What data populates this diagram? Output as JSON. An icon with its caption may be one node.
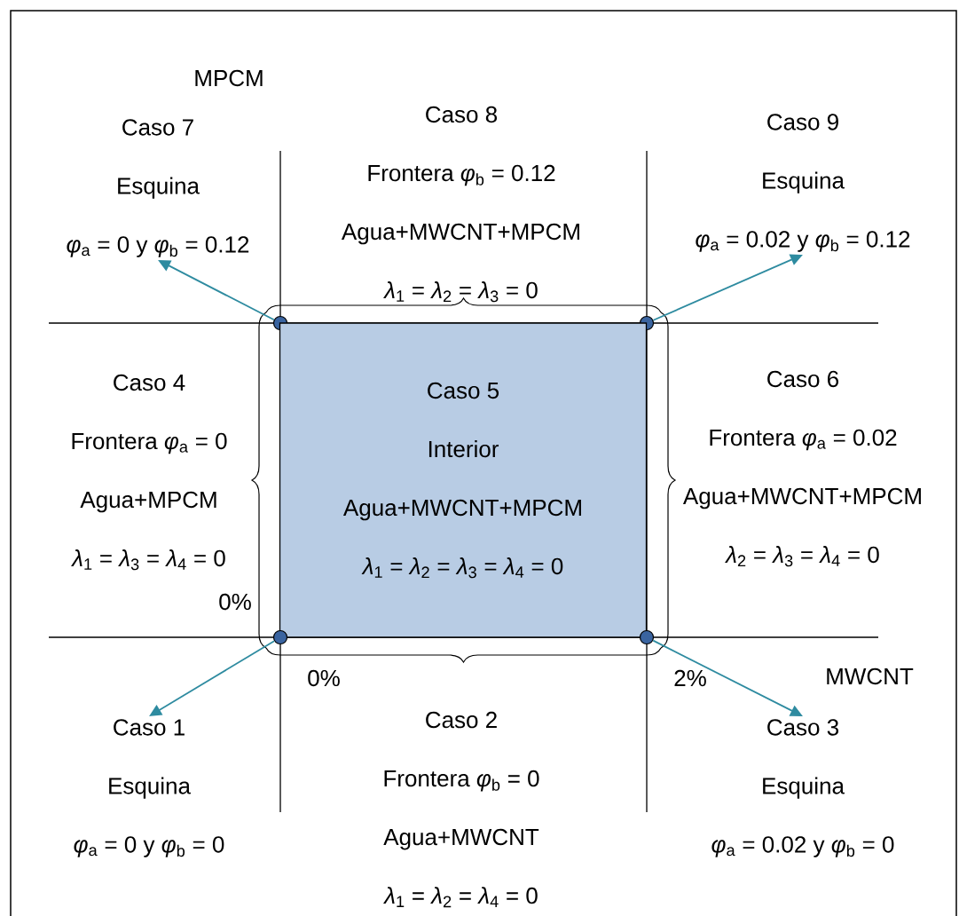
{
  "diagram": {
    "nodes": [
      {
        "text": [
          "Caso 7",
          "Esquina",
          "*φ*$_{a}$ = 0 y *φ*$_{b}$ = 0.12"
        ]
      },
      {
        "text": [
          "Caso 8",
          "Frontera *φ*$_{b}$ = 0.12",
          "Agua+MWCNT+MPCM",
          "*λ*$_{1}$ = *λ*$_{2}$ = *λ*$_{3}$ = 0"
        ]
      },
      {
        "text": [
          "Caso 9",
          "Esquina",
          "*φ*$_{a}$ = 0.02 y *φ*$_{b}$ = 0.12"
        ]
      },
      {
        "text": [],
        "shape": "circle"
      },
      {
        "text": [],
        "shape": "circle"
      },
      {
        "text": [
          "Caso 4",
          "Frontera *φ*$_{a}$ = 0",
          "Agua+MPCM",
          "*λ*$_{1}$ = *λ*$_{3}$ = *λ*$_{4}$ = 0"
        ]
      },
      {
        "text": [
          "Caso 5",
          "Interior",
          "Agua+MWCNT+MPCM",
          "*λ*$_{1}$ = *λ*$_{2}$ = *λ*$_{3}$ = *λ*$_{4}$ = 0"
        ]
      },
      {
        "text": [
          "Caso 6",
          "Frontera *φ*$_{a}$ = 0.02",
          "Agua+MWCNT+MPCM",
          "*λ*$_{2}$ = *λ*$_{3}$ = *λ*$_{4}$ = 0"
        ]
      },
      {
        "text": [],
        "shape": "circle"
      },
      {
        "text": [],
        "shape": "circle"
      },
      {
        "text": [
          "Caso 1",
          "Esquina",
          "*φ*$_{a}$ = 0 y *φ*$_{b}$ = 0"
        ]
      },
      {
        "text": [
          "Caso 2",
          "Frontera *φ*$_{b}$ = 0",
          "Agua+MWCNT",
          "*λ*$_{1}$ = *λ*$_{2}$ = *λ*$_{4}$ = 0"
        ]
      },
      {
        "text": [
          "Caso 3",
          "Esquina",
          "*φ*$_{a}$ = 0.02 y *φ*$_{b}$ = 0"
        ]
      }
    ],
    "edges": [
      {
        "from": 3,
        "to": 0,
        "arrow": "to"
      },
      {
        "from": 4,
        "to": 2,
        "arrow": "to"
      },
      {
        "from": 8,
        "to": 10,
        "arrow": "to"
      },
      {
        "from": 9,
        "to": 12,
        "arrow": "to"
      }
    ],
    "labels": [
      "MPCM",
      "0%",
      "0%",
      "2%",
      "MWCNT"
    ]
  }
}
